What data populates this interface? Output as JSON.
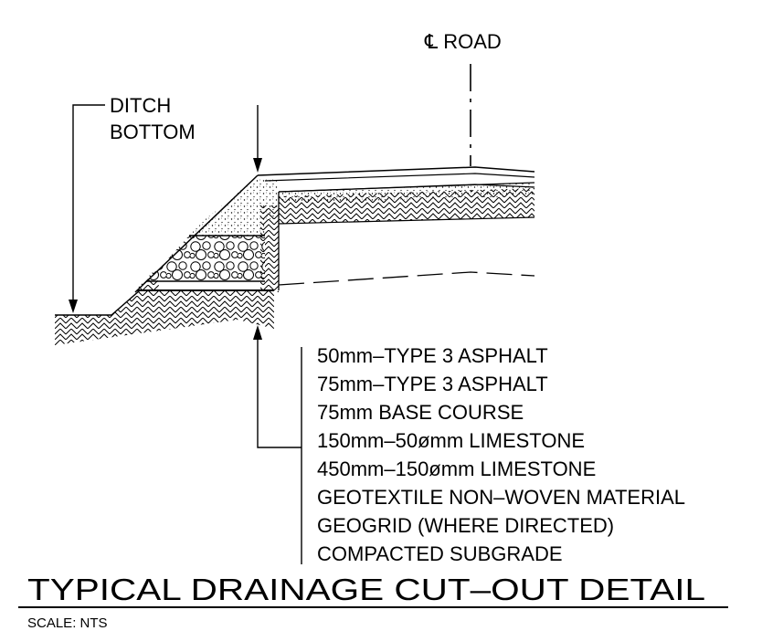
{
  "centerline_label": "℄ ROAD",
  "ditch_label": [
    "DITCH",
    "BOTTOM"
  ],
  "layers": [
    "50mm–TYPE 3 ASPHALT",
    "75mm–TYPE 3 ASPHALT",
    "75mm BASE COURSE",
    "150mm–50ømm LIMESTONE",
    "450mm–150ømm LIMESTONE",
    "GEOTEXTILE NON–WOVEN MATERIAL",
    "GEOGRID (WHERE DIRECTED)",
    "COMPACTED SUBGRADE"
  ],
  "title": "TYPICAL DRAINAGE CUT–OUT DETAIL",
  "scale": "SCALE: NTS",
  "colors": {
    "line": "#000000",
    "background": "#ffffff"
  }
}
